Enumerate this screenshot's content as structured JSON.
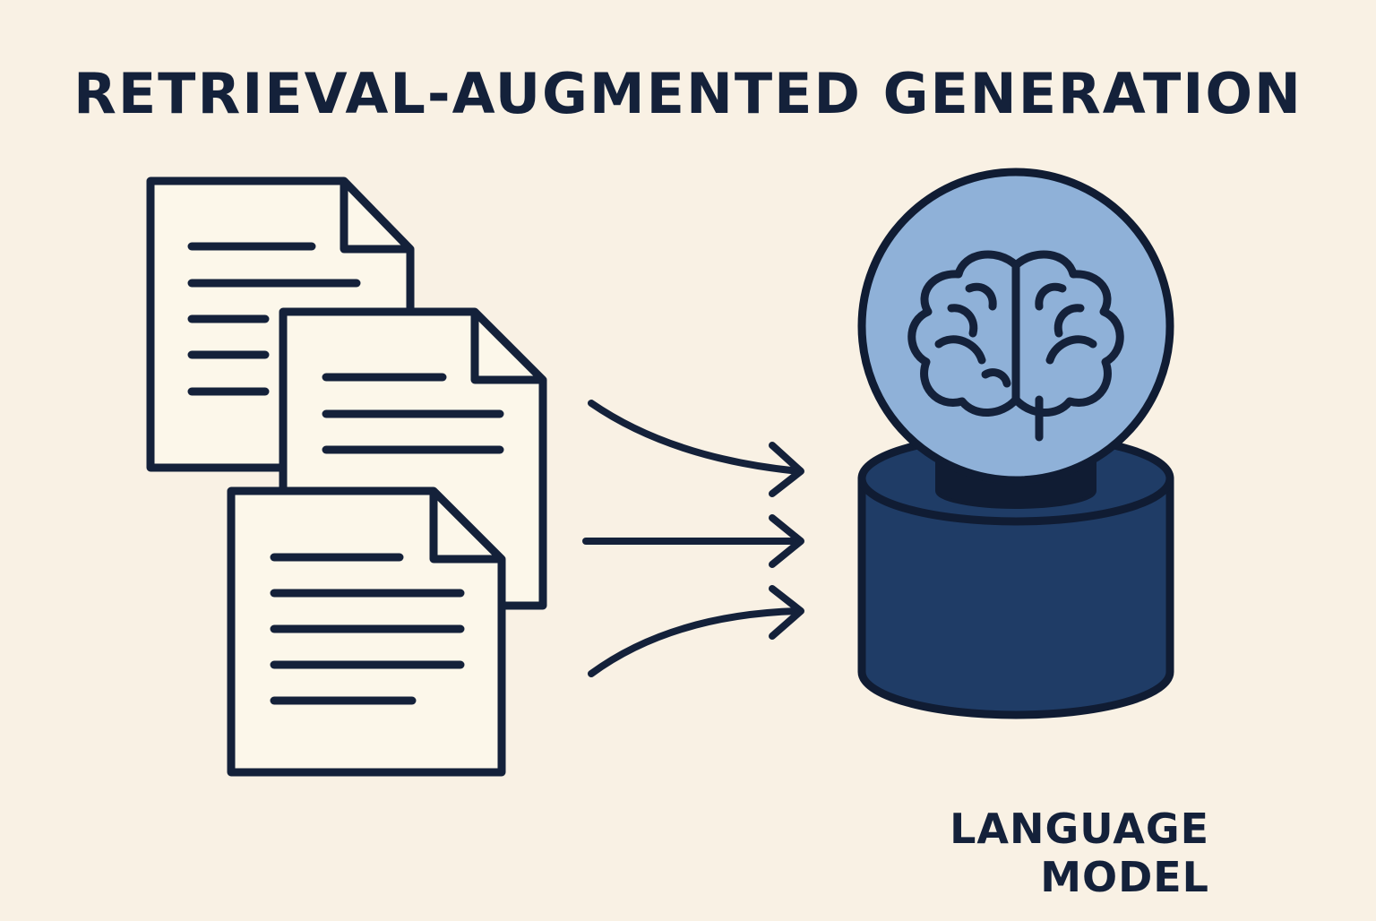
{
  "title": "RETRIEVAL-AUGMENTED GENERATION",
  "model_label": "LANGUAGE MODEL",
  "colors": {
    "background": "#f9f1e4",
    "ink": "#14213a",
    "paper": "#fcf7ea",
    "brain_bulb": "#8fb1d8",
    "model_base": "#1f3c66",
    "model_neck": "#101c33"
  },
  "documents": [
    {
      "name": "document-1",
      "icon": "document-icon",
      "text_lines": 5
    },
    {
      "name": "document-2",
      "icon": "document-icon",
      "text_lines": 3
    },
    {
      "name": "document-3",
      "icon": "document-icon",
      "text_lines": 5
    }
  ],
  "arrows": [
    {
      "name": "arrow-top",
      "shape": "curve-down"
    },
    {
      "name": "arrow-middle",
      "shape": "straight"
    },
    {
      "name": "arrow-bottom",
      "shape": "curve-up"
    }
  ],
  "model": {
    "icon": "brain-icon"
  }
}
